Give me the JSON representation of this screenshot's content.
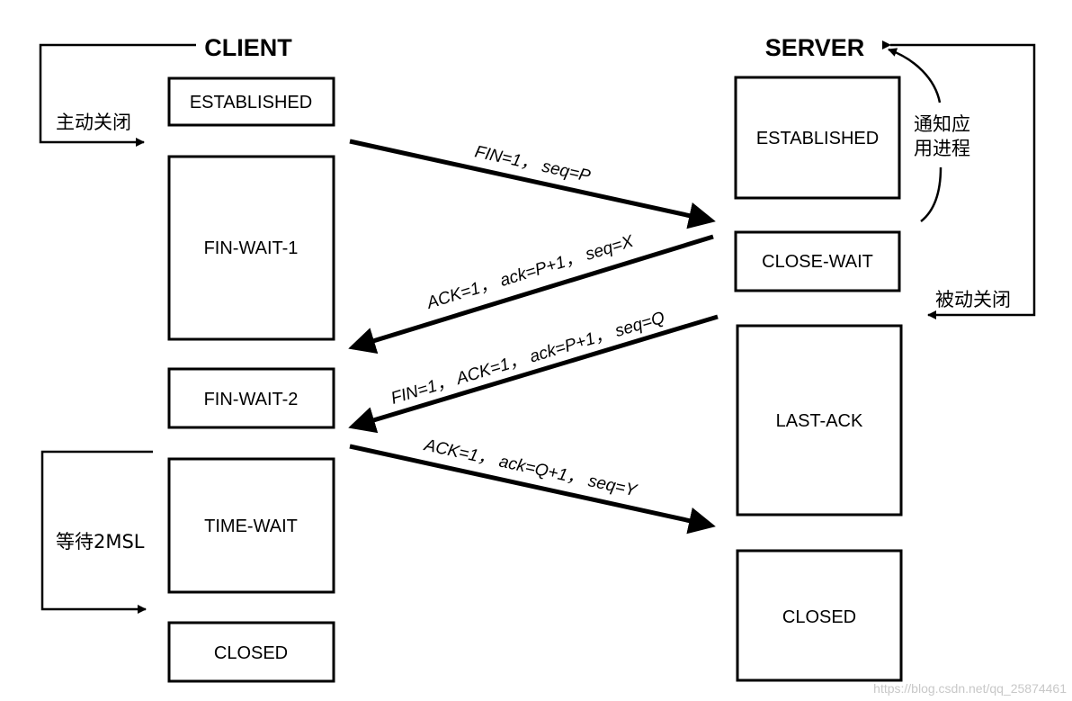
{
  "client": {
    "title": "CLIENT",
    "states": [
      "ESTABLISHED",
      "FIN-WAIT-1",
      "FIN-WAIT-2",
      "TIME-WAIT",
      "CLOSED"
    ],
    "active_close_label": "主动关闭",
    "wait_label": "等待2MSL"
  },
  "server": {
    "title": "SERVER",
    "states": [
      "ESTABLISHED",
      "CLOSE-WAIT",
      "LAST-ACK",
      "CLOSED"
    ],
    "notify_label_line1": "通知应",
    "notify_label_line2": "用进程",
    "passive_close_label": "被动关闭"
  },
  "messages": [
    {
      "label": "FIN=1， seq=P",
      "direction": "client-to-server"
    },
    {
      "label": "ACK=1， ack=P+1， seq=X",
      "direction": "server-to-client"
    },
    {
      "label": "FIN=1， ACK=1， ack=P+1， seq=Q",
      "direction": "server-to-client"
    },
    {
      "label": "ACK=1， ack=Q+1， seq=Y",
      "direction": "client-to-server"
    }
  ],
  "watermark": "https://blog.csdn.net/qq_25874461"
}
